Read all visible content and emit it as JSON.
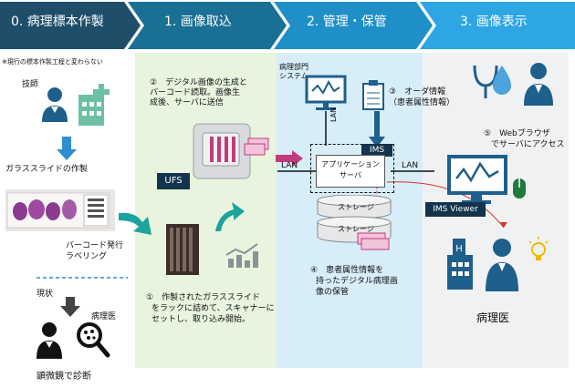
{
  "header": {
    "steps": [
      {
        "label": "0. 病理標本作製",
        "color": "#1f4e6b"
      },
      {
        "label": "1. 画像取込",
        "color": "#1a6f94"
      },
      {
        "label": "2. 管理・保管",
        "color": "#1f8fc8"
      },
      {
        "label": "3. 画像表示",
        "color": "#2ea6e3"
      }
    ]
  },
  "step0": {
    "note": "※現行の標本作製工程と変わらない",
    "technician": "技師",
    "glass_slide": "ガラススライドの作製",
    "barcode_lines": [
      "バーコード発行",
      "ラベリング"
    ],
    "current": "現状",
    "pathologist": "病理医",
    "microscope": "顕微鏡で診断"
  },
  "step1": {
    "digital_lines": [
      "②　デジタル画像の生成と",
      "バーコード読取。画像生",
      "成後、サーバに送信"
    ],
    "ufs": "UFS",
    "scan_lines": [
      "①　作製されたガラススライド",
      "をラックに詰めて、スキャナーに",
      "セットし、取り込み開始。"
    ]
  },
  "step2": {
    "dept_system_lines": [
      "病理部門",
      "システム"
    ],
    "lan_vertical": "LAN",
    "lan_left": "LAN",
    "lan_right": "LAN",
    "ims": "IMS",
    "app_server_lines": [
      "アプリケーション",
      "サーバ"
    ],
    "storage_1": "ストレージ",
    "storage_2": "ストレージ",
    "order_lines": [
      "③　オーダ情報",
      "（患者属性情報）"
    ],
    "save_lines": [
      "④　患者属性情報を",
      "持ったデジタル病理画",
      "像の保管"
    ]
  },
  "step3": {
    "browser_lines": [
      "⑤　Webブラウザ",
      "でサーバにアクセス"
    ],
    "ims_viewer": "IMS Viewer",
    "pathologist": "病理医"
  }
}
